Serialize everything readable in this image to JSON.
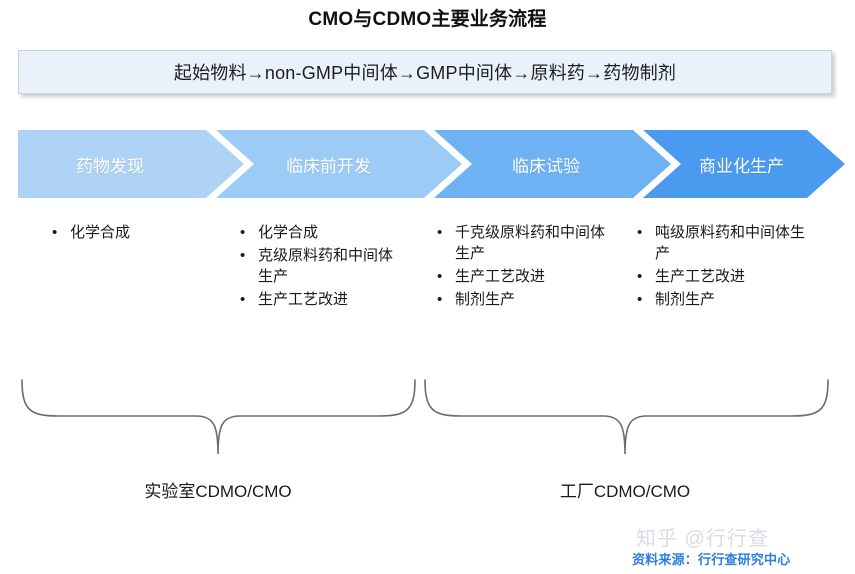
{
  "page": {
    "title": "CMO与CDMO主要业务流程",
    "background_color": "#ffffff"
  },
  "flow_banner": {
    "text": "起始物料→non-GMP中间体→GMP中间体→原料药→药物制剂",
    "background_color": "#e9f1fa",
    "border_color": "#c7d3df"
  },
  "stages": [
    {
      "label": "药物发现",
      "color": "#aed3f4"
    },
    {
      "label": "临床前开发",
      "color": "#9ccbf6"
    },
    {
      "label": "临床试验",
      "color": "#6eb2f4"
    },
    {
      "label": "商业化生产",
      "color": "#4a9bef"
    }
  ],
  "columns": [
    {
      "stage": "药物发现",
      "bullet": "•",
      "items": [
        "化学合成"
      ]
    },
    {
      "stage": "临床前开发",
      "bullet": "•",
      "items": [
        "化学合成",
        "克级原料药和中间体生产",
        "生产工艺改进"
      ]
    },
    {
      "stage": "临床试验",
      "bullet": "•",
      "items": [
        "千克级原料药和中间体生产",
        "生产工艺改进",
        "制剂生产"
      ]
    },
    {
      "stage": "商业化生产",
      "bullet": "•",
      "items": [
        "吨级原料药和中间体生产",
        "生产工艺改进",
        "制剂生产"
      ]
    }
  ],
  "braces": [
    {
      "label": "实验室CDMO/CMO",
      "color": "#6b6b6b"
    },
    {
      "label": "工厂CDMO/CMO",
      "color": "#6b6b6b"
    }
  ],
  "footer": {
    "watermark": "知乎 @行行查",
    "watermark_color": "#d9dde2",
    "source": "资料来源：行行查研究中心",
    "source_color": "#2f7fe0"
  }
}
